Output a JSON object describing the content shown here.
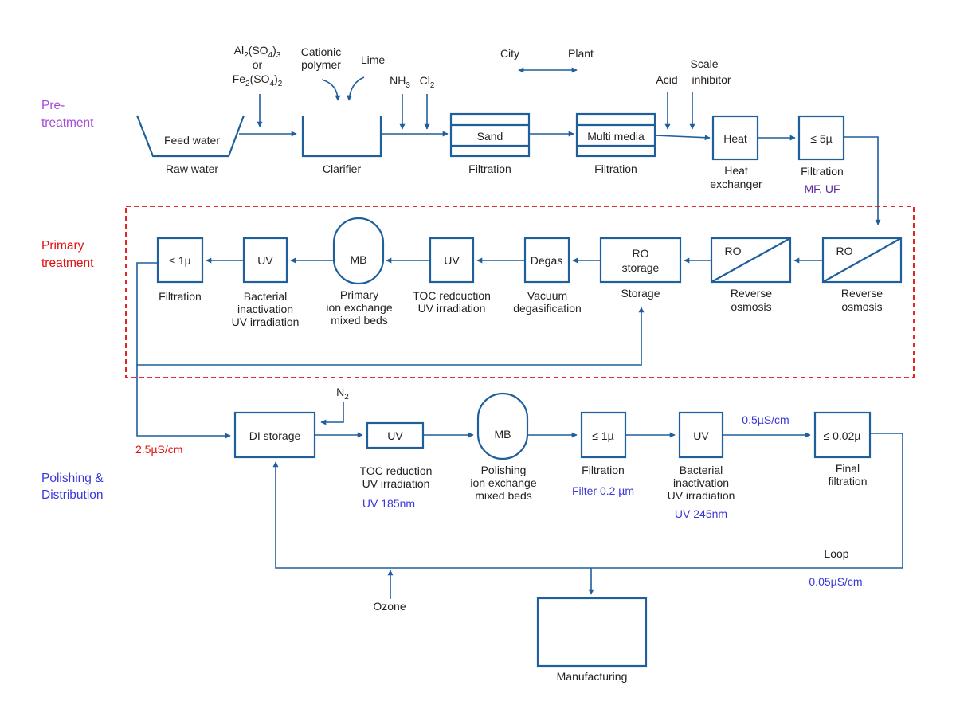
{
  "sections": {
    "pretreatment": [
      "Pre-",
      "treatment"
    ],
    "primary": [
      "Primary",
      "treatment"
    ],
    "polishing": [
      "Polishing &",
      "Distribution"
    ]
  },
  "pretreatment": {
    "feed_water": "Feed water",
    "raw_water": "Raw water",
    "coagulant_line1": "Al2(SO4)3",
    "coagulant_or": "or",
    "coagulant_line2": "Fe2(SO4)2",
    "cationic_polymer": [
      "Cationic",
      "polymer"
    ],
    "lime": "Lime",
    "clarifier": "Clarifier",
    "nh3": "NH3",
    "cl2": "Cl2",
    "sand": "Sand",
    "sand_caption": "Filtration",
    "city": "City",
    "plant": "Plant",
    "multimedia": "Multi media",
    "multimedia_caption": "Filtration",
    "acid": "Acid",
    "scale_inhibitor": [
      "Scale",
      "inhibitor"
    ],
    "heat": "Heat",
    "heat_caption": [
      "Heat",
      "exchanger"
    ],
    "filter5": "≤ 5µ",
    "filter5_caption": "Filtration",
    "filter5_note": "MF, UF"
  },
  "primary": {
    "ro1": "RO",
    "ro1_caption": [
      "Reverse",
      "osmosis"
    ],
    "ro2": "RO",
    "ro2_caption": [
      "Reverse",
      "osmosis"
    ],
    "ro_storage": [
      "RO",
      "storage"
    ],
    "ro_storage_caption": "Storage",
    "degas": "Degas",
    "degas_caption": [
      "Vacuum",
      "degasification"
    ],
    "uv": "UV",
    "uv_caption": [
      "TOC redcuction",
      "UV irradiation"
    ],
    "mb": "MB",
    "mb_caption": [
      "Primary",
      "ion exchange",
      "mixed beds"
    ],
    "uv2": "UV",
    "uv2_caption": [
      "Bacterial",
      "inactivation",
      "UV irradiation"
    ],
    "filter1": "≤ 1µ",
    "filter1_caption": "Filtration"
  },
  "polishing": {
    "conductivity_in": "2.5µS/cm",
    "n2": "N2",
    "di_storage": "DI storage",
    "uv": "UV",
    "uv_caption": [
      "TOC reduction",
      "UV irradiation"
    ],
    "uv_note": "UV 185nm",
    "mb": "MB",
    "mb_caption": [
      "Polishing",
      "ion exchange",
      "mixed beds"
    ],
    "filter1": "≤ 1µ",
    "filter1_caption": "Filtration",
    "filter1_note": "Filter 0.2 µm",
    "uv2": "UV",
    "uv2_caption": [
      "Bacterial",
      "inactivation",
      "UV irradiation"
    ],
    "uv2_note": "UV 245nm",
    "conductivity_mid": "0.5µS/cm",
    "final_filter": "≤ 0.02µ",
    "final_caption": [
      "Final",
      "filtration"
    ],
    "loop": "Loop",
    "conductivity_out": "0.05µS/cm",
    "ozone": "Ozone",
    "manufacturing": "Manufacturing"
  },
  "colors": {
    "line": "#1f5f9c",
    "blue_text": "#3a37d8",
    "red": "#e01010",
    "purple": "#a64bd8"
  }
}
